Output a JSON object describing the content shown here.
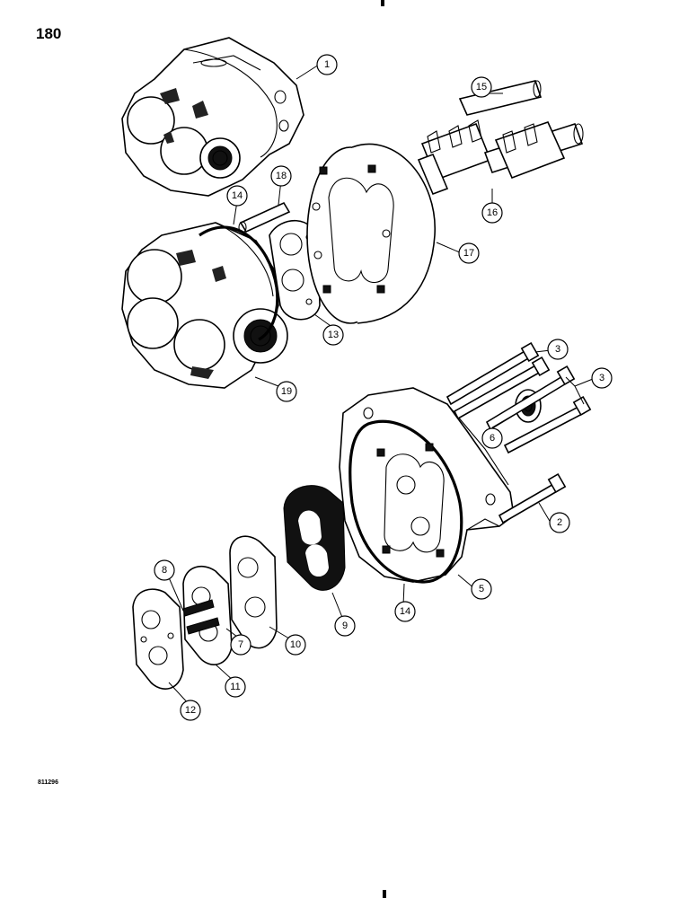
{
  "page_number": "180",
  "figure_code": "811296",
  "callouts": {
    "c1": "1",
    "c2": "2",
    "c3a": "3",
    "c3b": "3",
    "c5": "5",
    "c6": "6",
    "c7": "7",
    "c8": "8",
    "c9": "9",
    "c10": "10",
    "c11": "11",
    "c12": "12",
    "c13": "13",
    "c14a": "14",
    "c14b": "14",
    "c15": "15",
    "c16": "16",
    "c17": "17",
    "c18": "18",
    "c19": "19"
  }
}
